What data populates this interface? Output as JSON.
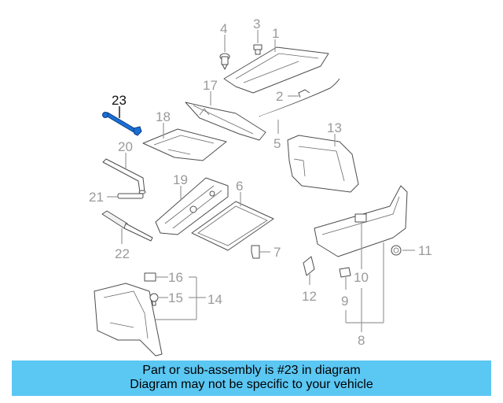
{
  "callouts": {
    "c1": "1",
    "c2": "2",
    "c3": "3",
    "c4": "4",
    "c5": "5",
    "c6": "6",
    "c7": "7",
    "c8": "8",
    "c9": "9",
    "c10": "10",
    "c11": "11",
    "c12": "12",
    "c13": "13",
    "c14": "14",
    "c15": "15",
    "c16": "16",
    "c17": "17",
    "c18": "18",
    "c19": "19",
    "c20": "20",
    "c21": "21",
    "c22": "22",
    "c23": "23"
  },
  "highlight": {
    "callout": "23",
    "color": "#111111",
    "part_color": "#1a6fd6"
  },
  "banner": {
    "line1": "Part or sub-assembly is #23 in diagram",
    "line2": "Diagram may not be specific to your vehicle",
    "background": "#5bc7f3"
  }
}
